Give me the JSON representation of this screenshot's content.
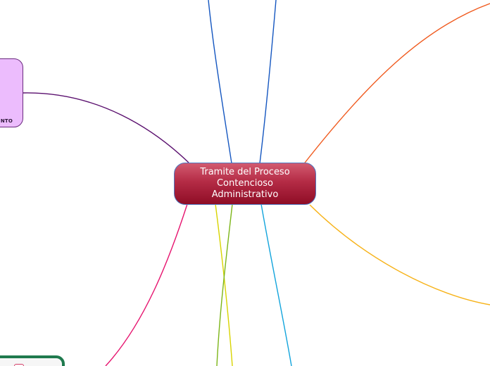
{
  "central_topic": {
    "lines": [
      "Tramite del Proceso",
      "Contencioso",
      "Administrativo"
    ],
    "fill_color": "#a01b36",
    "border_color": "#4f77c0",
    "text_color": "#ffffff"
  },
  "side_topics": [
    {
      "id": "purple",
      "label": "NTO",
      "fill_color": "#ecbcfd",
      "border_color": "#6a2a7e",
      "partially_visible": true
    },
    {
      "id": "green",
      "label": "",
      "fill_color": "#f6f6f6",
      "border_color": "#1f7a4e",
      "partially_visible": true
    }
  ],
  "branch_colors": {
    "top_left_blue": "#1456c0",
    "top_right_blue": "#1456c0",
    "orange_red": "#f05a1e",
    "purple": "#5a0f6e",
    "magenta": "#e6136e",
    "yellow": "#d8d400",
    "green": "#7cb518",
    "cyan": "#12a4dc",
    "amber": "#f7b31a"
  }
}
